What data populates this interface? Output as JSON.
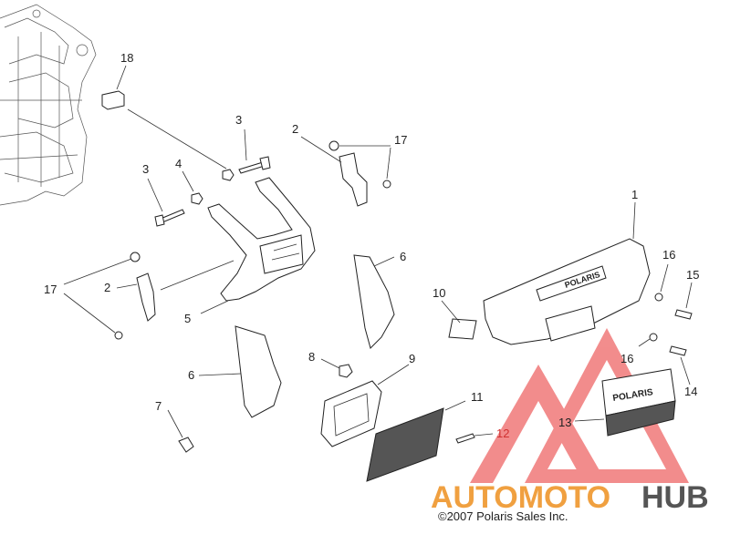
{
  "callouts": {
    "c1": "1",
    "c2a": "2",
    "c2b": "2",
    "c3a": "3",
    "c3b": "3",
    "c4": "4",
    "c5": "5",
    "c6a": "6",
    "c6b": "6",
    "c7": "7",
    "c8": "8",
    "c9": "9",
    "c10": "10",
    "c11": "11",
    "c12": "12",
    "c13": "13",
    "c14": "14",
    "c15": "15",
    "c16a": "16",
    "c16b": "16",
    "c17a": "17",
    "c17b": "17",
    "c18": "18"
  },
  "bumper_brand": "POLARIS",
  "plate_brand": "POLARIS",
  "watermark": {
    "part1": "AUTOMOTO",
    "part2": "HUB",
    "color1": "#f0a040",
    "color2": "#555555",
    "triangle_color": "#e83030"
  },
  "copyright": "©2007 Polaris Sales Inc."
}
